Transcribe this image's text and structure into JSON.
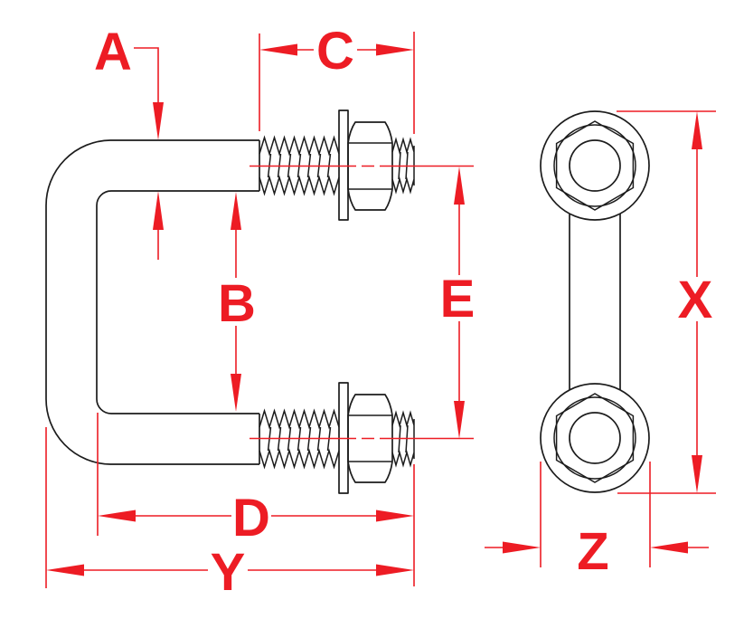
{
  "drawing": {
    "kind": "dimensioned engineering drawing",
    "subject": "square u-bolt with hex nuts and washers",
    "background": "#ffffff"
  },
  "colors": {
    "dimension_red": "#ed1c24",
    "line_black": "#1c1c1c"
  },
  "labels": {
    "A": "A",
    "B": "B",
    "C": "C",
    "D": "D",
    "E": "E",
    "X": "X",
    "Y": "Y",
    "Z": "Z"
  },
  "views": {
    "side_view_dimensions": [
      "A",
      "B",
      "C",
      "D",
      "E",
      "Y"
    ],
    "end_view_dimensions": [
      "X",
      "Z"
    ]
  }
}
